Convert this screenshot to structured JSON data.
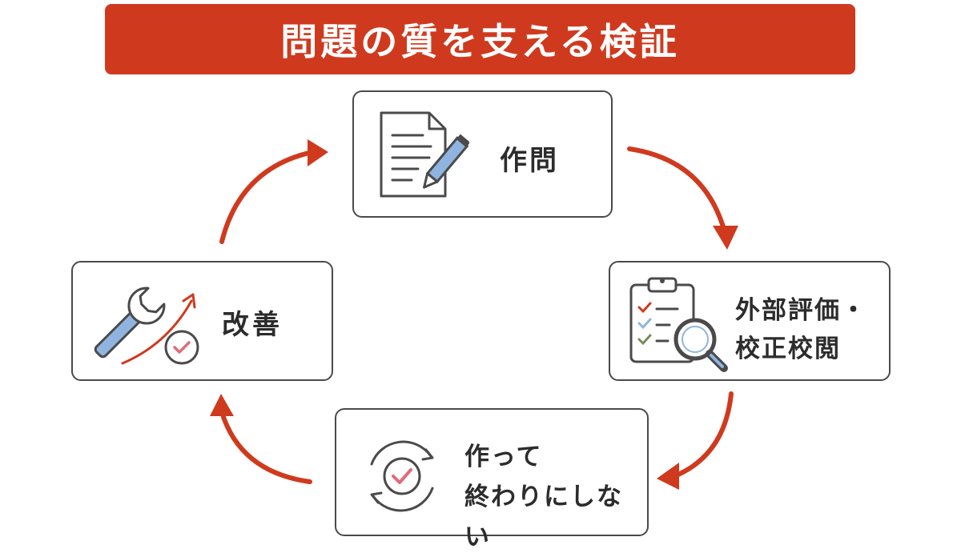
{
  "title": "問題の質を支える検証",
  "colors": {
    "accent": "#cf3a1e",
    "card_border": "#4a4a4a",
    "text": "#2c2c2c",
    "icon_blue": "#8fb4e0",
    "icon_check": "#e06b7a"
  },
  "steps": [
    {
      "label": "作問",
      "icon": "document-pencil-icon"
    },
    {
      "label": "外部評価・\n校正校閲",
      "icon": "clipboard-magnifier-icon"
    },
    {
      "label": "作って\n終わりにしない",
      "icon": "cycle-check-icon"
    },
    {
      "label": "改善",
      "icon": "wrench-growth-icon"
    }
  ]
}
